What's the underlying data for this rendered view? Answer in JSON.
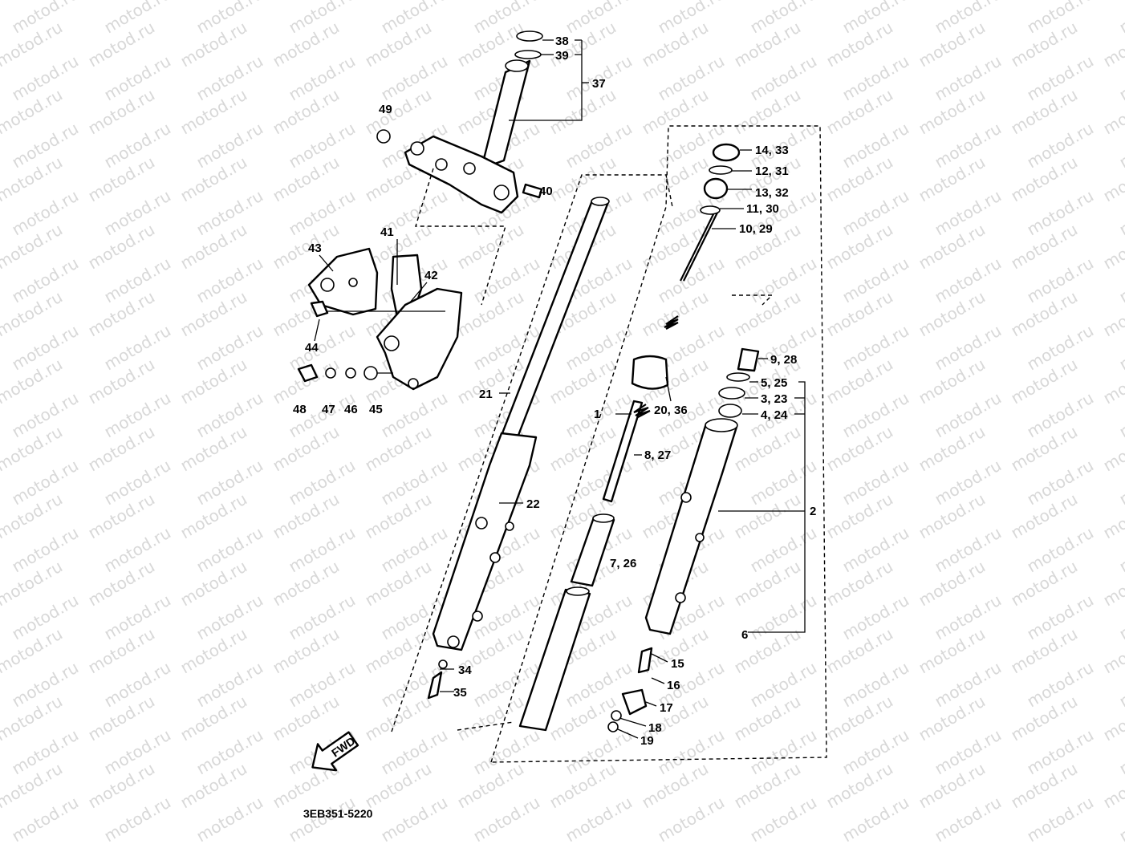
{
  "diagram": {
    "reference_code": "3EB351-5220",
    "watermark": "motod.ru",
    "fwd_badge": "FWD",
    "callouts": {
      "c38": "38",
      "c39": "39",
      "c37": "37",
      "c49": "49",
      "c40": "40",
      "c41": "41",
      "c43": "43",
      "c42": "42",
      "c44": "44",
      "c48": "48",
      "c47": "47",
      "c46": "46",
      "c45": "45",
      "c21": "21",
      "c22": "22",
      "c34": "34",
      "c35": "35",
      "c1": "1",
      "c8_27": "8, 27",
      "c7_26": "7, 26",
      "c20_36": "20, 36",
      "c14_33": "14, 33",
      "c12_31": "12, 31",
      "c13_32": "13, 32",
      "c11_30": "11, 30",
      "c10_29": "10, 29",
      "c9_28": "9, 28",
      "c5_25": "5, 25",
      "c3_23": "3, 23",
      "c4_24": "4, 24",
      "c2": "2",
      "c6": "6",
      "c15": "15",
      "c16": "16",
      "c17": "17",
      "c18": "18",
      "c19": "19"
    }
  }
}
